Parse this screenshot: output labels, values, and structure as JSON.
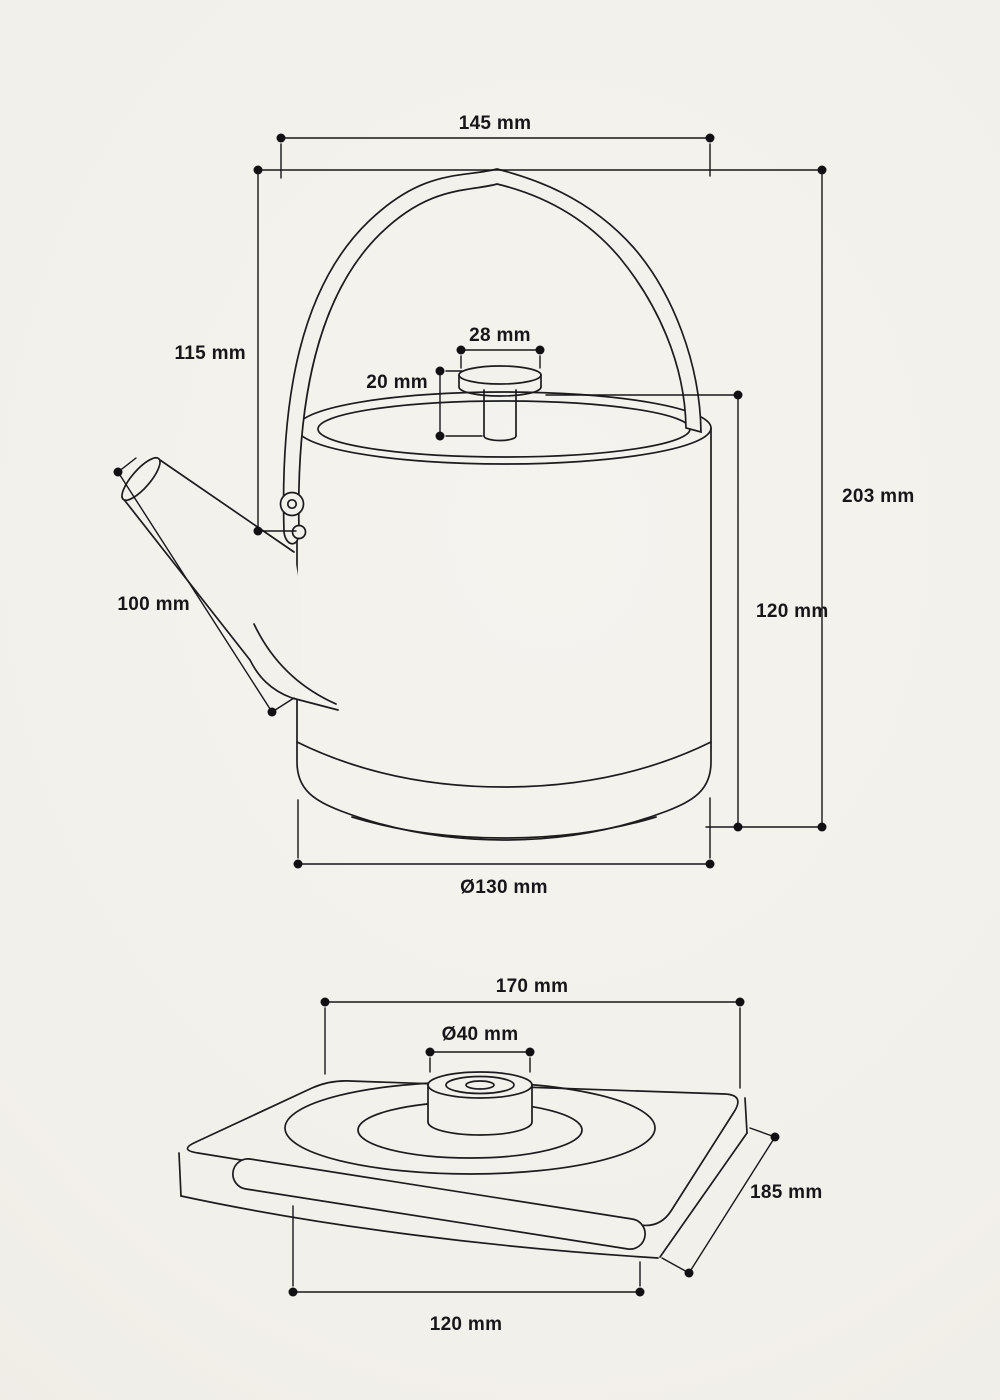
{
  "style": {
    "background": "#f2f0ea",
    "line_color": "#1c1c1e",
    "dot_color": "#111114",
    "text_color": "#17171a"
  },
  "kettle": {
    "dims": {
      "top_width": "145 mm",
      "handle_height": "115 mm",
      "knob_width": "28 mm",
      "knob_height": "20 mm",
      "total_height": "203 mm",
      "body_height": "120 mm",
      "spout_length": "100 mm",
      "body_diameter": "Ø130 mm"
    }
  },
  "base": {
    "dims": {
      "width": "170 mm",
      "connector_diameter": "Ø40 mm",
      "depth": "185 mm",
      "front_width": "120 mm"
    }
  }
}
